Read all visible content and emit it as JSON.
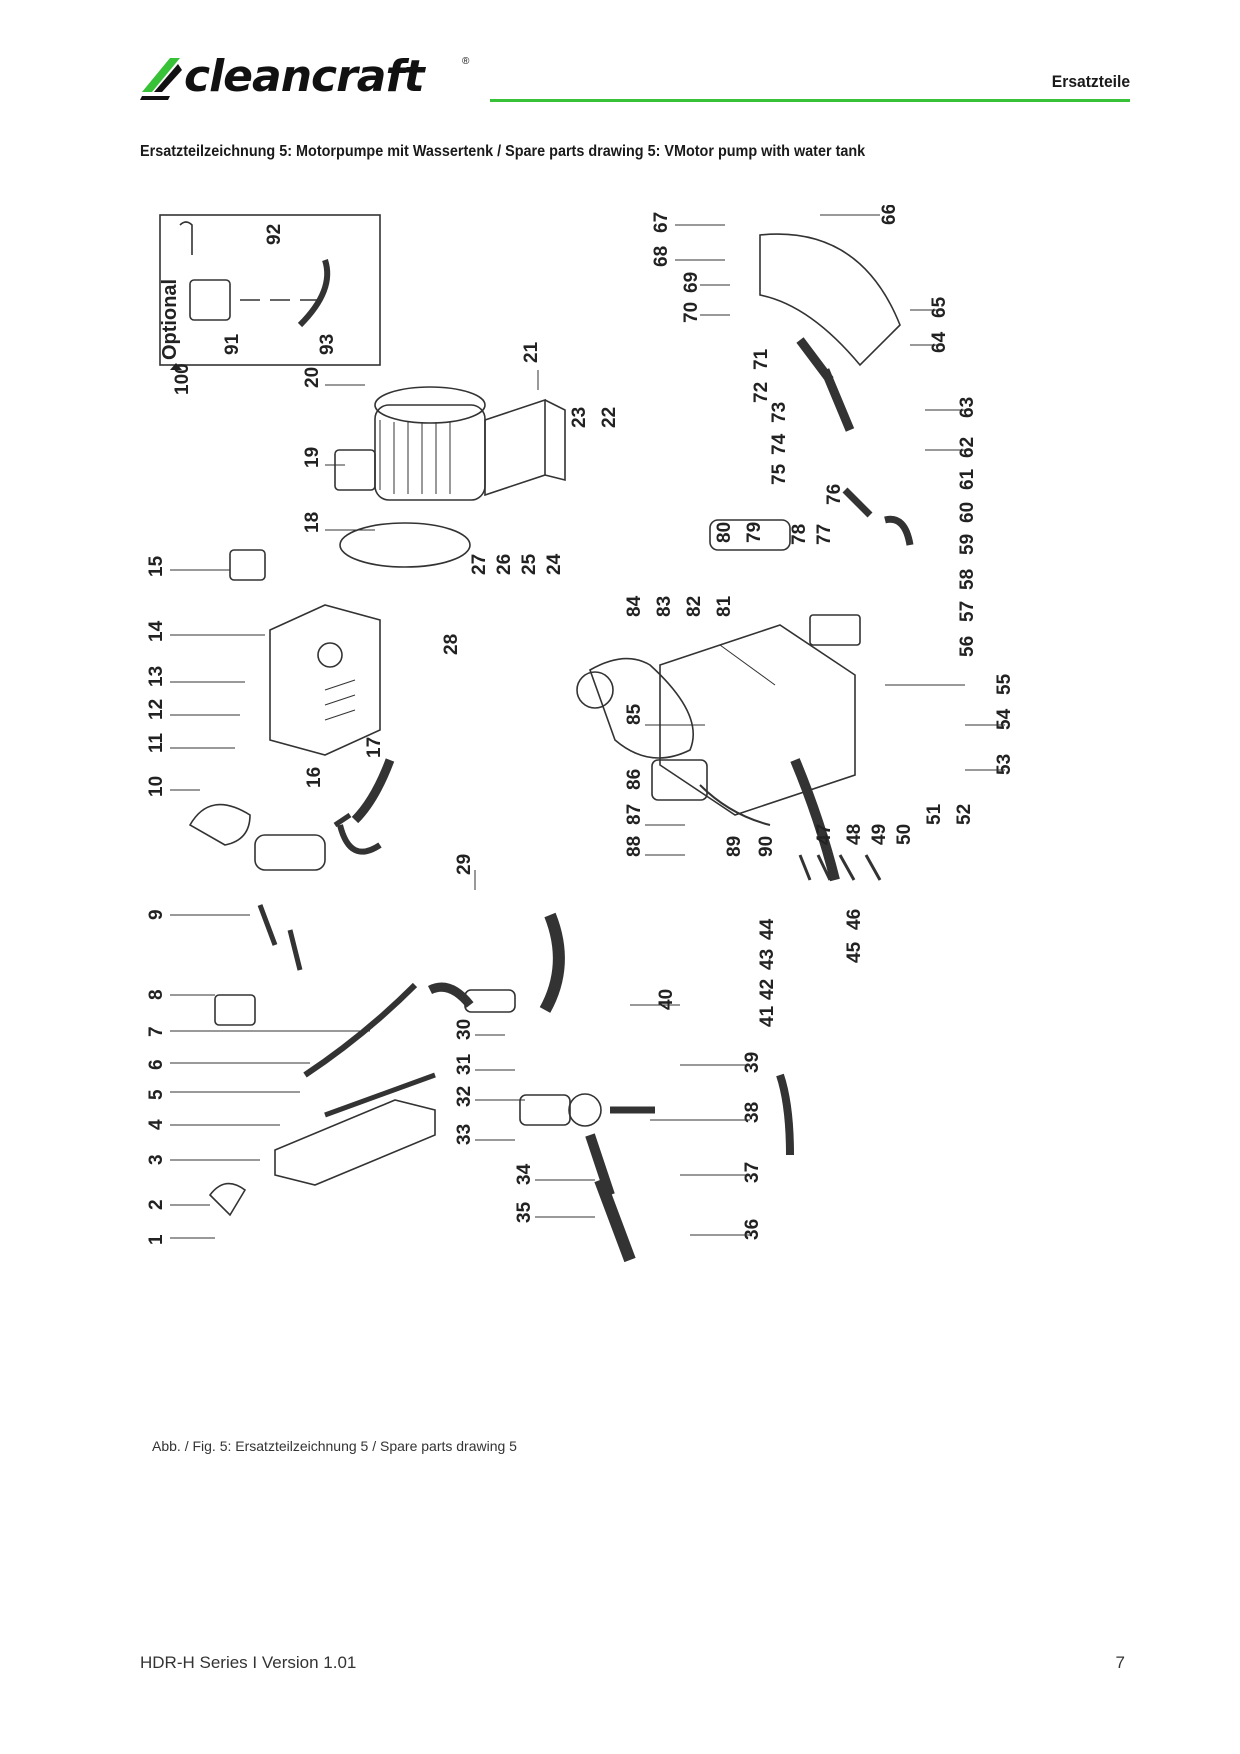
{
  "header": {
    "brand": "cleancraft",
    "section": "Ersatzteile",
    "accent_color": "#37c237"
  },
  "heading": "Ersatzteilzeichnung 5: Motorpumpe mit Wassertenk / Spare parts drawing 5: VMotor pump with water tank",
  "drawing": {
    "optional_label": "Optional",
    "callouts": [
      "1",
      "2",
      "3",
      "4",
      "5",
      "6",
      "7",
      "8",
      "9",
      "10",
      "11",
      "12",
      "13",
      "14",
      "15",
      "16",
      "17",
      "18",
      "19",
      "20",
      "21",
      "22",
      "23",
      "24",
      "25",
      "26",
      "27",
      "28",
      "29",
      "30",
      "31",
      "32",
      "33",
      "34",
      "35",
      "36",
      "37",
      "38",
      "39",
      "40",
      "41",
      "42",
      "43",
      "44",
      "45",
      "46",
      "47",
      "48",
      "49",
      "50",
      "51",
      "52",
      "53",
      "54",
      "55",
      "56",
      "57",
      "58",
      "59",
      "60",
      "61",
      "62",
      "63",
      "64",
      "65",
      "66",
      "67",
      "68",
      "69",
      "70",
      "71",
      "72",
      "73",
      "74",
      "75",
      "76",
      "77",
      "78",
      "79",
      "80",
      "81",
      "82",
      "83",
      "84",
      "85",
      "86",
      "87",
      "88",
      "89",
      "90",
      "91",
      "92",
      "93",
      "100"
    ]
  },
  "caption": "Abb. / Fig. 5: Ersatzteilzeichnung 5 / Spare parts drawing 5",
  "footer": {
    "left": "HDR-H Series I Version 1.01",
    "page": "7"
  }
}
